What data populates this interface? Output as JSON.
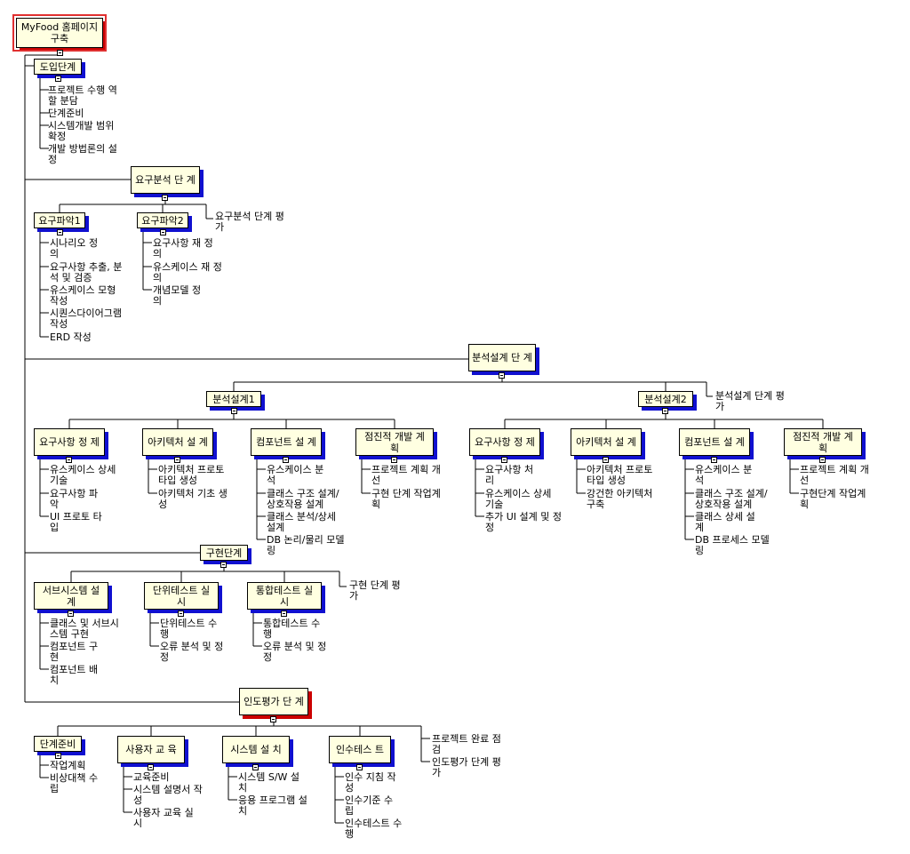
{
  "root": "MyFood 홈페이지\n구축",
  "phases": {
    "intro": {
      "title": "도입단계",
      "items": [
        "프로젝트 수행 역\n할 분담",
        "단계준비",
        "시스템개발 범위\n확정",
        "개발 방법론의 설\n정"
      ]
    },
    "req": {
      "title": "요구분석 단\n계",
      "eval": "요구분석 단계 평\n가",
      "g1": {
        "title": "요구파악1",
        "items": [
          "시나리오 정\n의",
          "요구사항 추출, 분\n석 및 검증",
          "유스케이스 모형\n작성",
          "시퀀스다이어그램\n작성",
          "ERD 작성"
        ]
      },
      "g2": {
        "title": "요구파악2",
        "items": [
          "요구사항 재 정\n의",
          "유스케이스 재 정\n의",
          "개념모델 정\n의"
        ]
      }
    },
    "design": {
      "title": "분석설계 단\n계",
      "eval": "분석설계 단계 평\n가",
      "d1": {
        "title": "분석설계1",
        "groups": [
          {
            "title": "요구사항 정\n제",
            "items": [
              "유스케이스 상세\n기술",
              "요구사항 파\n악",
              "UI 프로토 타\n입"
            ]
          },
          {
            "title": "아키텍처 설\n계",
            "items": [
              "아키텍처 프로토\n타입 생성",
              "아키텍처 기초 생\n성"
            ]
          },
          {
            "title": "컴포넌트 설\n계",
            "items": [
              "유스케이스 분\n석",
              "클래스 구조 설계/\n상호작용 설계",
              "클래스 분석/상세\n설계",
              "DB 논리/물리 모델\n링"
            ]
          },
          {
            "title": "점진적 개발 계\n획",
            "items": [
              "프로젝트 계획 개\n선",
              "구현 단계 작업계\n획"
            ]
          }
        ]
      },
      "d2": {
        "title": "분석설계2",
        "groups": [
          {
            "title": "요구사항 정\n제",
            "items": [
              "요구사항 처\n리",
              "유스케이스 상세\n기술",
              "추가 UI 설계 및 정\n정"
            ]
          },
          {
            "title": "아키텍처 설\n계",
            "items": [
              "아키텍처 프로토\n타입 생성",
              "강건한 아키텍처\n구축"
            ]
          },
          {
            "title": "컴포넌트 설\n계",
            "items": [
              "유스케이스 분\n석",
              "클래스 구조 설계/\n상호작용 설계",
              "클래스 상세 설\n계",
              "DB 프로세스 모델\n링"
            ]
          },
          {
            "title": "점진적 개발 계\n획",
            "items": [
              "프로젝트 계획 개\n선",
              "구현단계 작업계\n획"
            ]
          }
        ]
      }
    },
    "impl": {
      "title": "구현단계",
      "eval": "구현 단계 평\n가",
      "groups": [
        {
          "title": "서브시스템 설\n계",
          "items": [
            "클래스 및 서브시\n스템 구현",
            "컴포넌트 구\n현",
            "컴포넌트 배\n치"
          ]
        },
        {
          "title": "단위테스트 실\n시",
          "items": [
            "단위테스트 수\n행",
            "오류 분석 및 정\n정"
          ]
        },
        {
          "title": "통합테스트 실\n시",
          "items": [
            "통합테스트 수\n행",
            "오류 분석 및 정\n정"
          ]
        }
      ]
    },
    "deploy": {
      "title": "인도평가 단\n계",
      "extra": [
        "프로젝트 완료 점\n검",
        "인도평가 단계 평\n가"
      ],
      "groups": [
        {
          "title": "단계준비",
          "items": [
            "작업계획",
            "비상대책 수\n립"
          ]
        },
        {
          "title": "사용자 교\n육",
          "items": [
            "교육준비",
            "시스템 설명서 작\n성",
            "사용자 교육 실\n시"
          ]
        },
        {
          "title": "시스템 설\n치",
          "items": [
            "시스템 S/W 설\n치",
            "응용 프로그램 설\n치"
          ]
        },
        {
          "title": "인수테스\n트",
          "items": [
            "인수 지침 작\n성",
            "인수기준 수\n립",
            "인수테스트 수\n행"
          ]
        }
      ]
    }
  }
}
